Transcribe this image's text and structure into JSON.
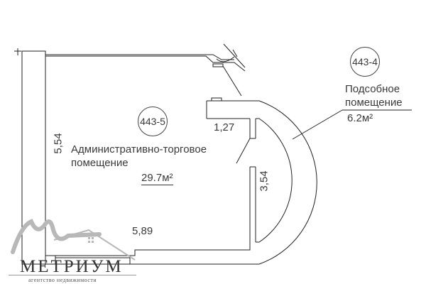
{
  "rooms": [
    {
      "id": "443-5",
      "name_line1": "Административно-торговое",
      "name_line2": "помещение",
      "area": "29.7м²"
    },
    {
      "id": "443-4",
      "name_line1": "Подсобное",
      "name_line2": "помещение",
      "area": "6.2м²"
    }
  ],
  "dimensions": {
    "left_wall": "5,54",
    "bottom_wall": "5,89",
    "partition_top": "1,27",
    "partition_vertical": "3,54"
  },
  "logo": {
    "brand": "МЕТРИУМ",
    "tagline": "агентство недвижимости"
  },
  "colors": {
    "line": "#222222",
    "text": "#3a3a3a",
    "logo_gray": "#b8b8b8"
  }
}
